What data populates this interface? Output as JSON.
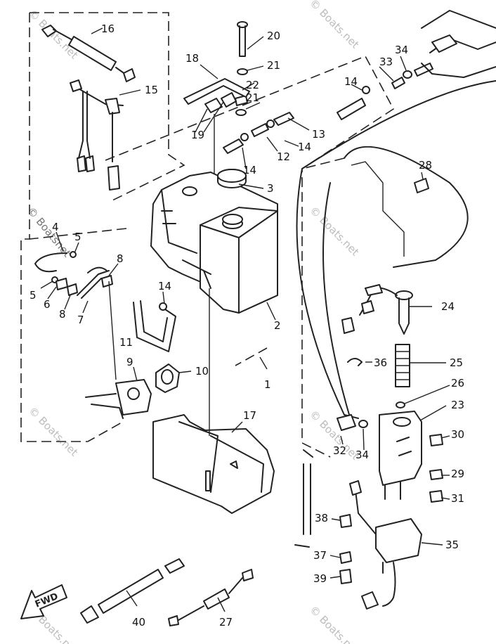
{
  "diagram": {
    "watermark": "© Boats.net",
    "watermark_side": "© Boatsnet",
    "fwd_label": "FWD",
    "callouts": [
      "16",
      "15",
      "18",
      "20",
      "21",
      "22",
      "21",
      "19",
      "14",
      "34",
      "33",
      "13",
      "14",
      "12",
      "14",
      "3",
      "28",
      "4",
      "5",
      "5",
      "6",
      "8",
      "7",
      "8",
      "14",
      "11",
      "2",
      "24",
      "1",
      "9",
      "10",
      "36",
      "25",
      "26",
      "23",
      "17",
      "30",
      "32",
      "34",
      "29",
      "31",
      "38",
      "35",
      "37",
      "39",
      "40",
      "27"
    ]
  }
}
